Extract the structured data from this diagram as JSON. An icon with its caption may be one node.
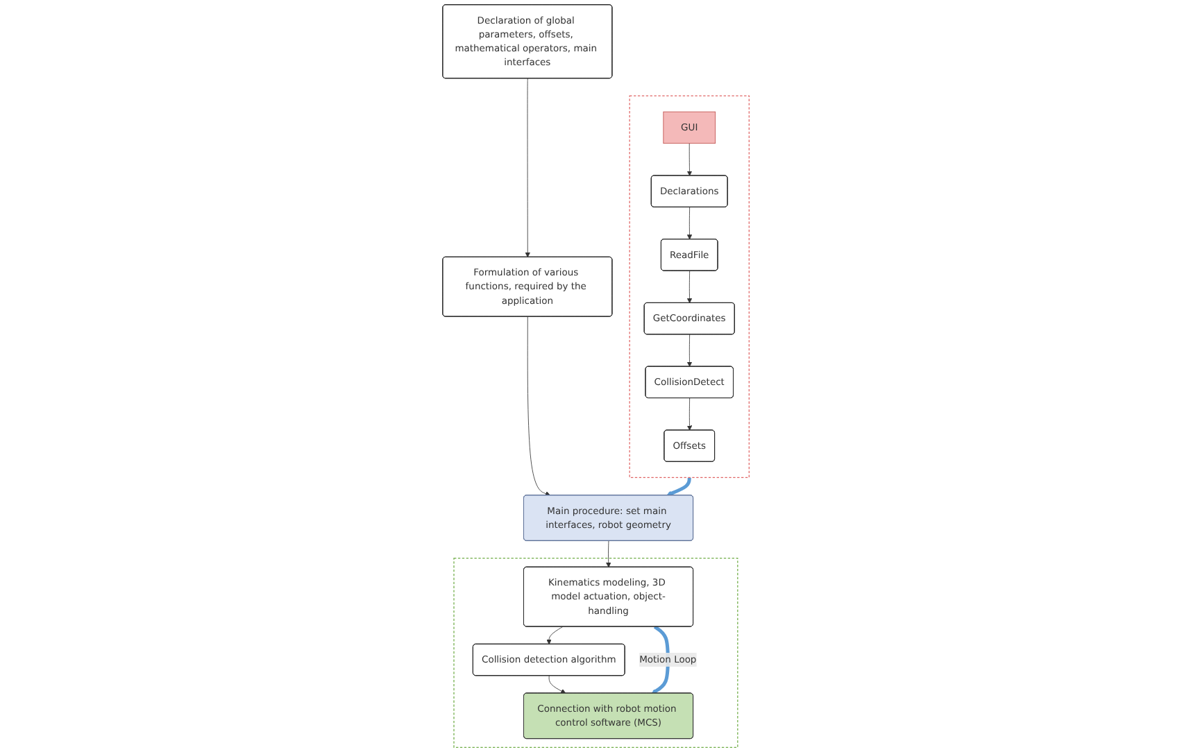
{
  "diagram": {
    "nodes": [
      {
        "text": [
          "Declaration of global parameters, offsets, mathematical operators, main interfaces"
        ]
      },
      {
        "text": [
          "Formulation of various functions, required by the application"
        ]
      },
      {
        "text": [],
        "shape": "box"
      },
      {
        "text": [
          "GUI"
        ],
        "in": 2
      },
      {
        "text": [
          "Declarations"
        ],
        "in": 2
      },
      {
        "text": [
          "ReadFile"
        ],
        "in": 2
      },
      {
        "text": [
          "GetCoordinates"
        ],
        "in": 2
      },
      {
        "text": [
          "CollisionDetect"
        ],
        "in": 2
      },
      {
        "text": [
          "Offsets"
        ],
        "in": 2
      },
      {
        "text": [
          "Main procedure: set main interfaces, robot geometry"
        ]
      },
      {
        "text": [],
        "shape": "box"
      },
      {
        "text": [
          "Kinematics modeling, 3D model actuation, object-handling"
        ],
        "in": 10
      },
      {
        "text": [
          "Collision detection algorithm"
        ],
        "in": 10
      },
      {
        "text": [
          "Connection with robot motion control software (MCS)"
        ],
        "in": 10
      }
    ],
    "edges": [
      {
        "from": 0,
        "to": 1,
        "arrow": "to"
      },
      {
        "from": 1,
        "to": 9,
        "arrow": "to"
      },
      {
        "from": 3,
        "to": 4,
        "arrow": "to"
      },
      {
        "from": 4,
        "to": 5,
        "arrow": "to"
      },
      {
        "from": 5,
        "to": 6,
        "arrow": "to"
      },
      {
        "from": 6,
        "to": 7,
        "arrow": "to"
      },
      {
        "from": 7,
        "to": 8,
        "arrow": "to"
      },
      {
        "from": 2,
        "to": 9,
        "arrow": "to",
        "style": "thick",
        "color": "#5b9bd5"
      },
      {
        "from": 9,
        "to": 11,
        "arrow": "to"
      },
      {
        "from": 11,
        "to": 12,
        "arrow": "to"
      },
      {
        "from": 12,
        "to": 13,
        "arrow": "to"
      },
      {
        "from": 11,
        "to": 13,
        "arrow": "to",
        "label": "Motion Loop",
        "style": "thick",
        "color": "#5b9bd5"
      }
    ]
  }
}
